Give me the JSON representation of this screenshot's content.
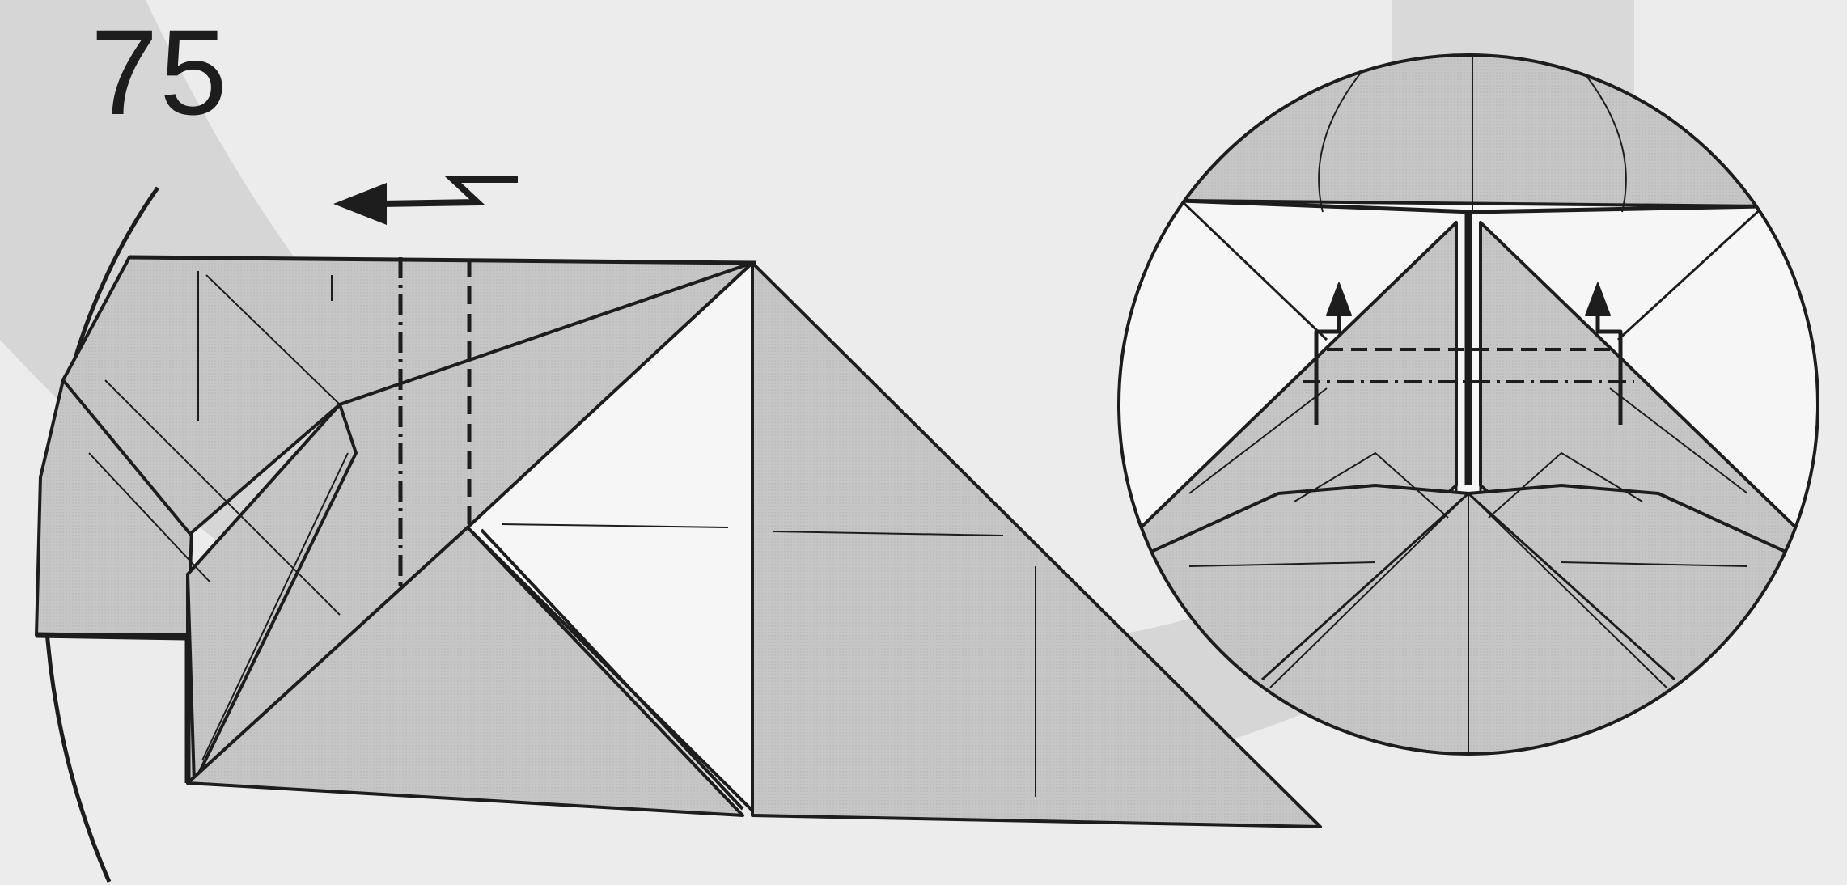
{
  "step": {
    "number": "75"
  },
  "colors": {
    "paper_gray": "#c6c6c6",
    "paper_white": "#f6f6f6",
    "background": "#ececec",
    "background_band": "#d4d4d4",
    "line": "#1d1d1d"
  },
  "symbols": {
    "main_arrow": "push-arrow-icon",
    "inset_arrows": "unfold-arrow-icon",
    "fold_lines": [
      "valley-fold-line",
      "mountain-fold-line"
    ]
  }
}
